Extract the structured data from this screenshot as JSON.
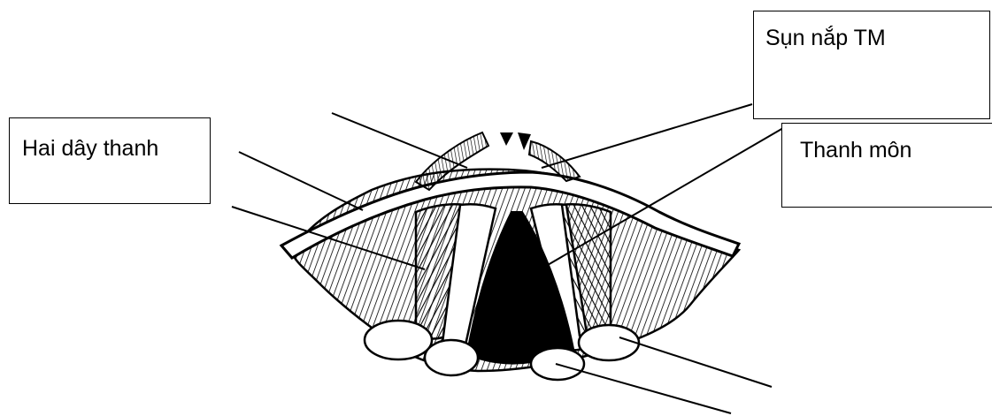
{
  "labels": {
    "epiglottis": "Sụn nắp TM",
    "vocal_cords": "Hai dây thanh",
    "glottis": "Thanh môn"
  }
}
